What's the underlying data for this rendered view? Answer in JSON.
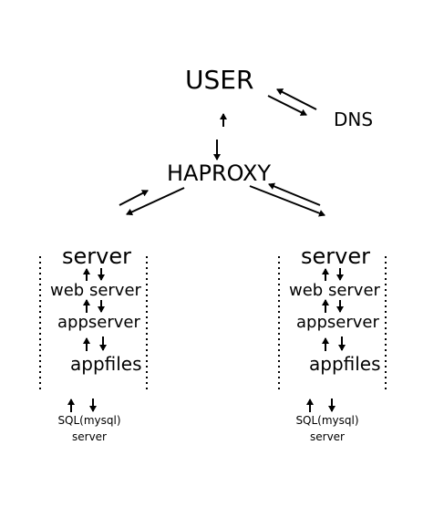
{
  "user": {
    "label": "USER"
  },
  "dns": {
    "label": "DNS"
  },
  "haproxy": {
    "label": "HAPROXY"
  },
  "stacks": [
    {
      "server": "server",
      "web_server": "web server",
      "appserver": "appserver",
      "appfiles": "appfiles",
      "sql_line1": "SQL(mysql)",
      "sql_line2": "server"
    },
    {
      "server": "server",
      "web_server": "web server",
      "appserver": "appserver",
      "appfiles": "appfiles",
      "sql_line1": "SQL(mysql)",
      "sql_line2": "server"
    }
  ]
}
